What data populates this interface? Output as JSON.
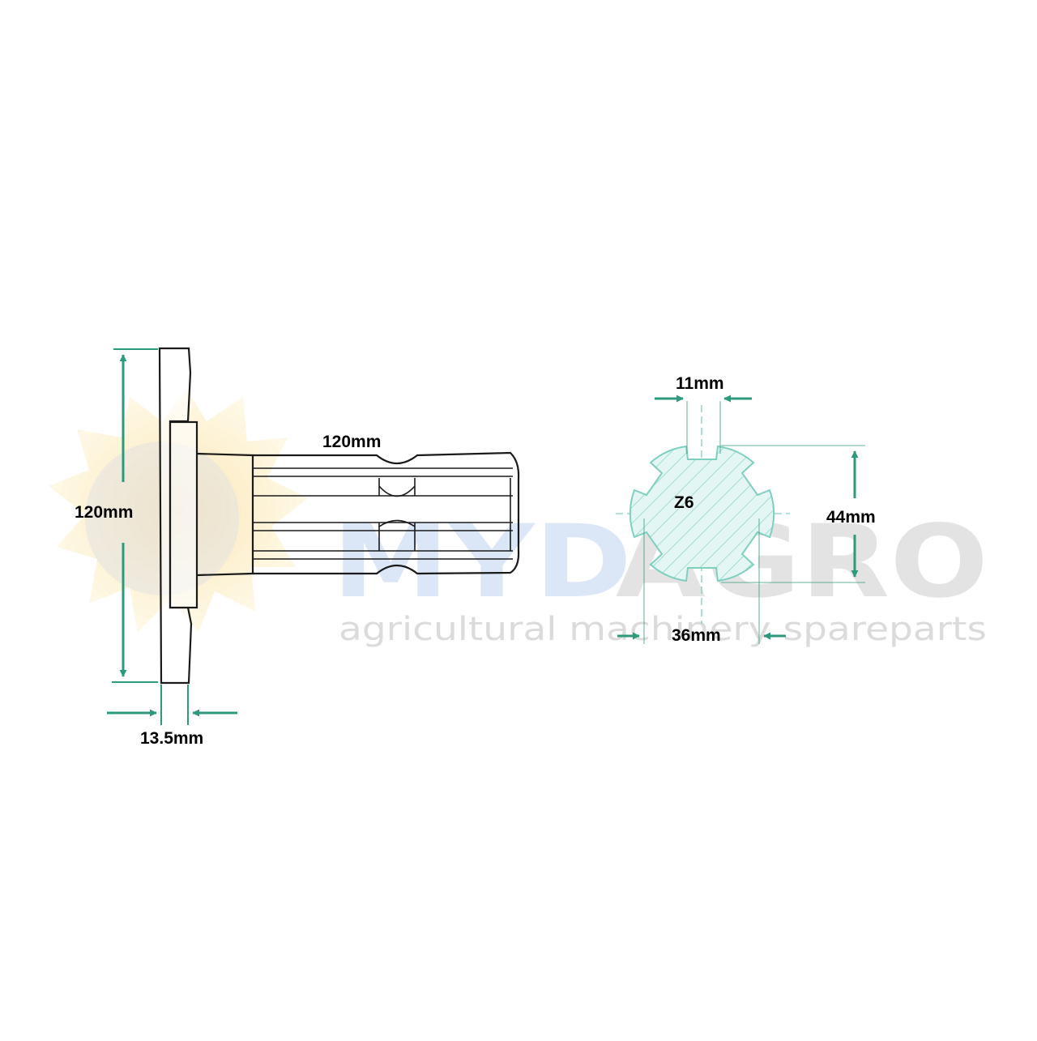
{
  "watermark": {
    "brand_prefix": "MYD",
    "brand_suffix": "AGRO",
    "tagline": "agricultural machinery spareparts",
    "colors": {
      "prefix": "#5b8fd8",
      "suffix": "#b9b9b9",
      "tagline": "#c4c4c4",
      "logo": "#f3c24a"
    }
  },
  "side_view": {
    "flange_height_label": "120mm",
    "flange_thickness_label": "13.5mm",
    "shaft_length_label": "120mm"
  },
  "section_view": {
    "spline_count_label": "Z6",
    "spline_width_label": "11mm",
    "outer_diameter_label": "44mm",
    "inner_diameter_label": "36mm"
  },
  "colors": {
    "dimension": "#2e9a7c",
    "outline": "#1a1a1a",
    "section_fill": "#e4f6f3",
    "section_hatch": "#7fcfc0"
  }
}
